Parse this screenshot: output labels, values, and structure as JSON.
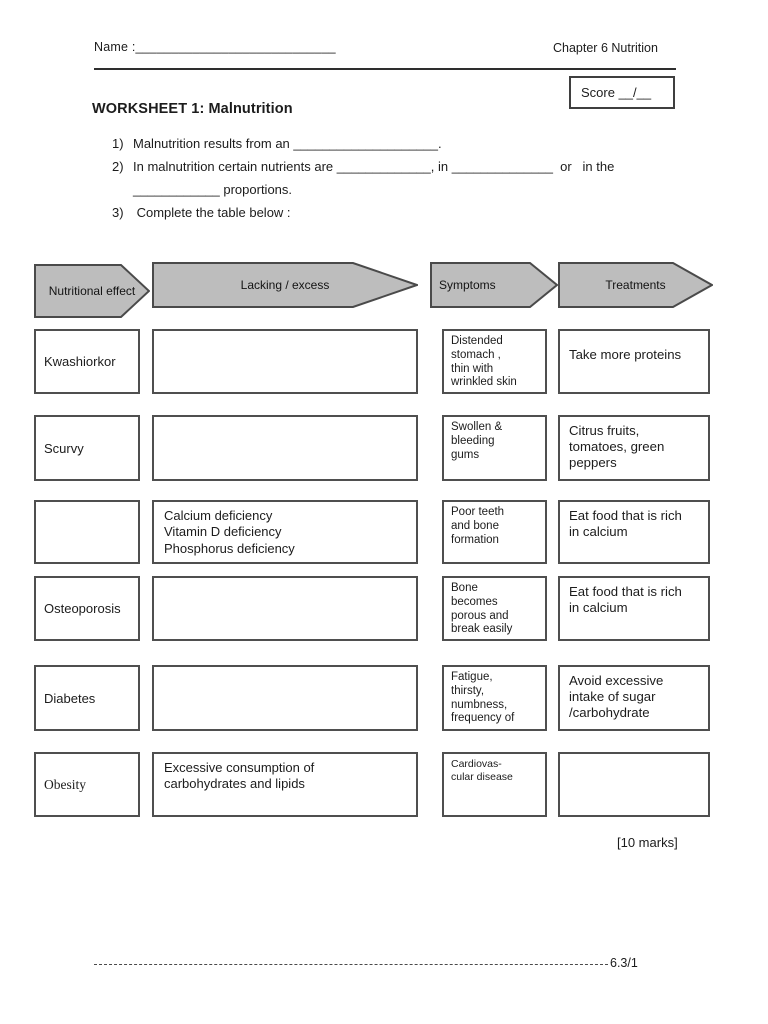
{
  "header": {
    "name_label": "Name :____________________________",
    "chapter": "Chapter 6 Nutrition",
    "score": "Score __/__"
  },
  "title": "WORKSHEET 1: Malnutrition",
  "questions": {
    "q1_num": "1)",
    "q1": "Malnutrition results from an ____________________.",
    "q2_num": "2)",
    "q2_line1": "In malnutrition certain nutrients are _____________, in ______________  or   in the",
    "q2_line2": "____________ proportions.",
    "q3_num": "3)",
    "q3": " Complete the table below :"
  },
  "table": {
    "headers": {
      "effect": "Nutritional effect",
      "lacking": "Lacking / excess",
      "symptoms": "Symptoms",
      "treatments": "Treatments"
    },
    "rows": [
      {
        "effect": "Kwashiorkor",
        "lacking": "",
        "symptoms": "Distended\nstomach ,\nthin with\nwrinkled skin",
        "treatments": "Take more proteins"
      },
      {
        "effect": "Scurvy",
        "lacking": "",
        "symptoms": "Swollen &\nbleeding\ngums",
        "treatments": "Citrus fruits,\ntomatoes, green\npeppers"
      },
      {
        "effect": "",
        "lacking": "Calcium deficiency\nVitamin D deficiency\nPhosphorus deficiency",
        "symptoms": "Poor teeth\nand bone\nformation",
        "treatments": "Eat food that is rich\nin calcium"
      },
      {
        "effect": "Osteoporosis",
        "lacking": "",
        "symptoms": "Bone\nbecomes\nporous and\nbreak easily",
        "treatments": "Eat food that is rich\nin calcium"
      },
      {
        "effect": "Diabetes",
        "lacking": "",
        "symptoms": "Fatigue,\nthirsty,\nnumbness,\nfrequency of",
        "treatments": "Avoid excessive\nintake of  sugar\n/carbohydrate"
      },
      {
        "effect": "Obesity",
        "lacking": "Excessive consumption of\ncarbohydrates and lipids",
        "symptoms": "Cardiovas-\ncular disease",
        "treatments": ""
      }
    ]
  },
  "footer": {
    "marks": "[10 marks]",
    "ref": "6.3/1"
  },
  "colors": {
    "arrow_fill": "#bdbdbd",
    "arrow_stroke": "#4a4a4a",
    "box_border": "#4f4f4f"
  }
}
